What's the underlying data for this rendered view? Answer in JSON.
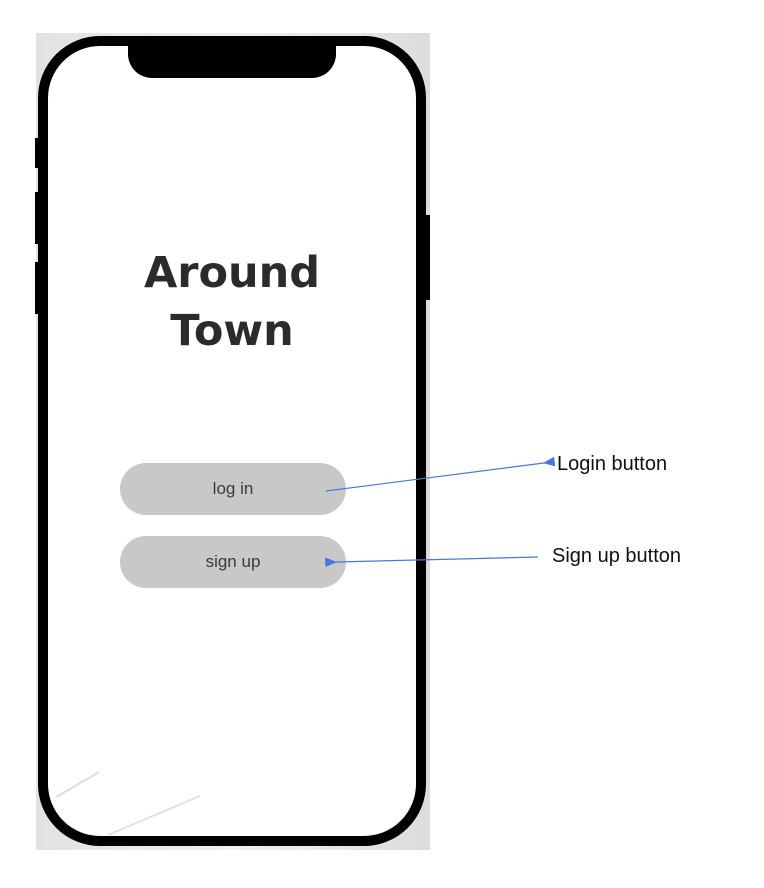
{
  "app": {
    "title_line1": "Around",
    "title_line2": "Town"
  },
  "buttons": {
    "login_label": "log in",
    "signup_label": "sign up"
  },
  "annotations": [
    {
      "label": "Login button",
      "target": "log in"
    },
    {
      "label": "Sign up button",
      "target": "sign up"
    }
  ],
  "colors": {
    "button_bg": "#c8c8c8",
    "title_text": "#2b2b2b",
    "annotation_arrow": "#4a78d8",
    "frame": "#000000"
  },
  "icons": {
    "arrow": "arrow-left-icon"
  }
}
